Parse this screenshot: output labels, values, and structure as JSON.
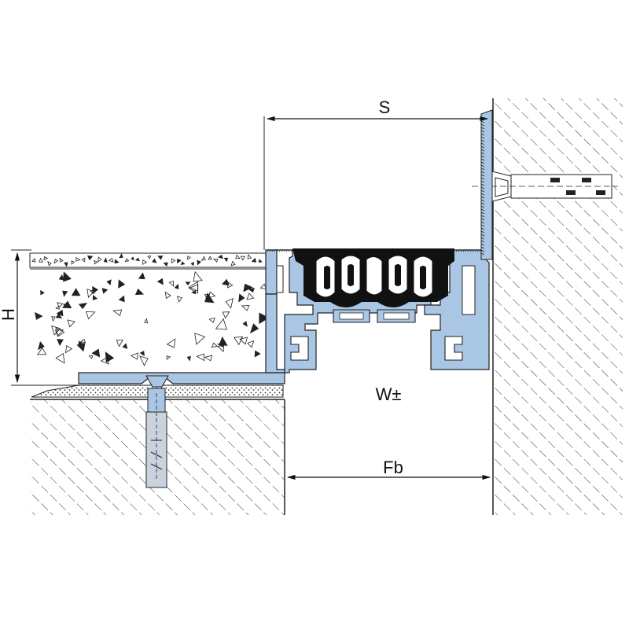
{
  "labels": {
    "s": "S",
    "h": "H",
    "w": "W±",
    "fb": "Fb"
  },
  "colors": {
    "profile": "#a9c6e4",
    "seal": "#111111",
    "line": "#222222",
    "background": "#ffffff"
  }
}
